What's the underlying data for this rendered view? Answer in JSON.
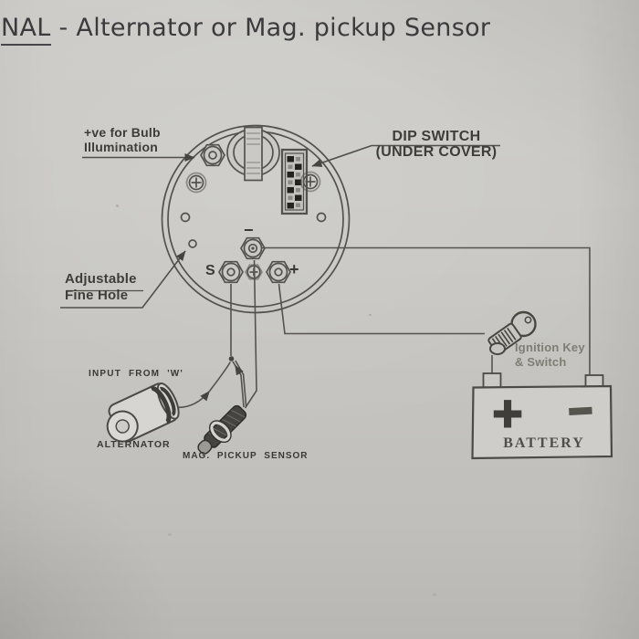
{
  "title": {
    "word_underlined": "NAL",
    "rest": " - Alternator or Mag. pickup Sensor"
  },
  "gauge_labels": {
    "bulb_line1": "+ve for Bulb",
    "bulb_line2": "Illumination",
    "dip_line1": "DIP SWITCH",
    "dip_line2": "(UNDER COVER)",
    "adjust_line1": "Adjustable",
    "adjust_line2": "Fine Hole",
    "terminal_s": "S",
    "terminal_plus": "+",
    "terminal_minus": "−"
  },
  "component_labels": {
    "input_w": "INPUT FROM 'W'",
    "alternator": "ALTERNATOR",
    "mag_sensor": "MAG. PICKUP SENSOR",
    "ignition_line1": "Ignition Key",
    "ignition_line2": "& Switch",
    "battery": "BATTERY",
    "battery_plus": "+",
    "battery_minus": "−"
  },
  "colors": {
    "paper": "#cac9c5",
    "line": "#514f4b",
    "text_dark": "#3a3934",
    "ignition_text": "#7e7d74",
    "sensor_body": "#44423e",
    "battery_symbol": "#3f3e39"
  }
}
